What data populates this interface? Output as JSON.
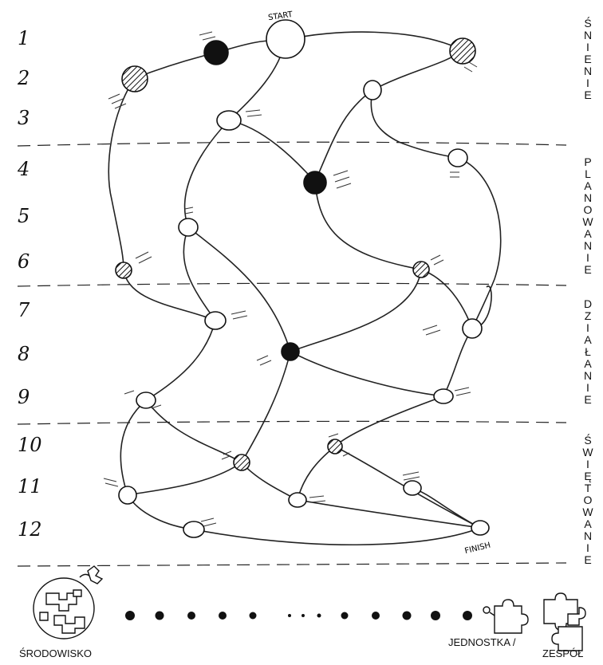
{
  "rows": [
    "1",
    "2",
    "3",
    "4",
    "5",
    "6",
    "7",
    "8",
    "9",
    "10",
    "11",
    "12"
  ],
  "phases": [
    {
      "id": "sniene",
      "letters": [
        "Ś",
        "N",
        "I",
        "E",
        "N",
        "I",
        "E"
      ]
    },
    {
      "id": "planowanie",
      "letters": [
        "P",
        "L",
        "A",
        "N",
        "O",
        "W",
        "A",
        "N",
        "I",
        "E"
      ]
    },
    {
      "id": "dzialanie",
      "letters": [
        "D",
        "Z",
        "I",
        "A",
        "Ł",
        "A",
        "N",
        "I",
        "E"
      ]
    },
    {
      "id": "swietowanie",
      "letters": [
        "Ś",
        "W",
        "I",
        "Ę",
        "T",
        "O",
        "W",
        "A",
        "N",
        "I",
        "E"
      ]
    }
  ],
  "labels": {
    "start": "START",
    "finish": "FINISH",
    "environment": "ŚRODOWISKO",
    "unit_a": "JEDNOSTKA /",
    "unit_b": "ZESPÓŁ"
  },
  "node_styles": [
    "white",
    "black",
    "hatched"
  ]
}
